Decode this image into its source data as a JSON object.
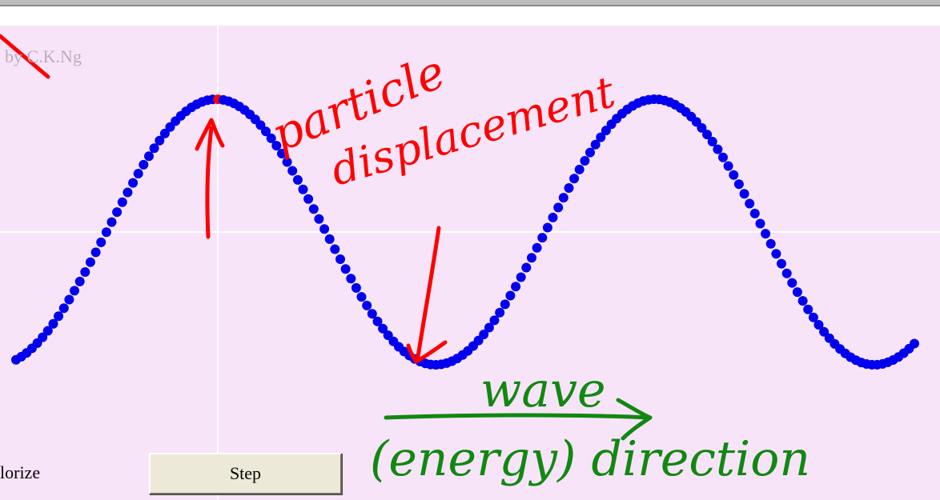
{
  "applet": {
    "credit_text": "by C.K.Ng",
    "checkbox_label": "lorize",
    "step_button_label": "Step"
  },
  "colors": {
    "plot_background": "#f8e4f8",
    "particle_color": "#0000ee",
    "highlight_particle_color": "#ff0000",
    "axis_color": "#ffffff",
    "annotation_red": "#ff0000",
    "annotation_green": "#118811"
  },
  "annotations": {
    "red_text_line1": "particle",
    "red_text_line2": "displacement",
    "green_text_line1": "wave",
    "green_text_line2": "(energy) direction"
  }
}
